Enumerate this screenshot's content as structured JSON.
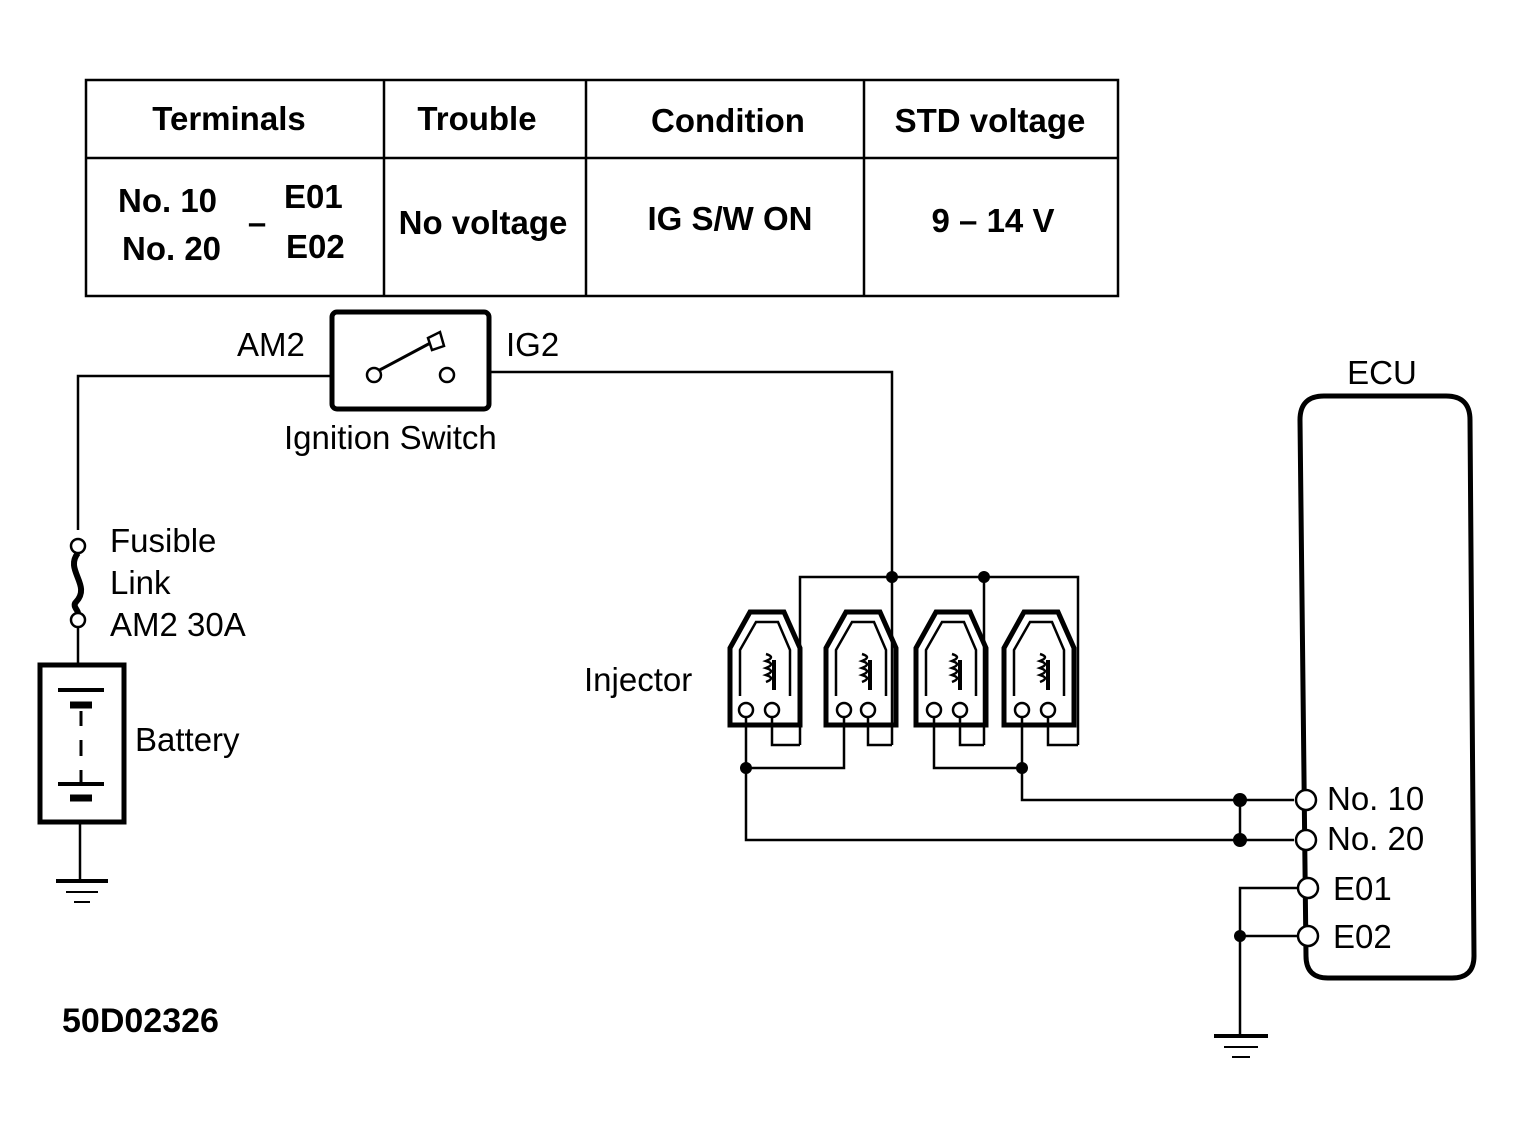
{
  "table": {
    "headers": [
      "Terminals",
      "Trouble",
      "Condition",
      "STD voltage"
    ],
    "row": {
      "terminals": {
        "line1_left": "No. 10",
        "line1_right": "E01",
        "line2_left": "No. 20",
        "line2_right": "E02",
        "dash": "–"
      },
      "trouble": "No voltage",
      "condition": "IG S/W ON",
      "std_voltage": "9 – 14 V"
    }
  },
  "labels": {
    "am2": "AM2",
    "ig2": "IG2",
    "ignition_switch": "Ignition Switch",
    "fusible_1": "Fusible",
    "fusible_2": "Link",
    "fusible_3": "AM2 30A",
    "battery": "Battery",
    "injector": "Injector",
    "ecu": "ECU",
    "no10": "No. 10",
    "no20": "No. 20",
    "e01": "E01",
    "e02": "E02"
  },
  "figure_code": "50D02326"
}
